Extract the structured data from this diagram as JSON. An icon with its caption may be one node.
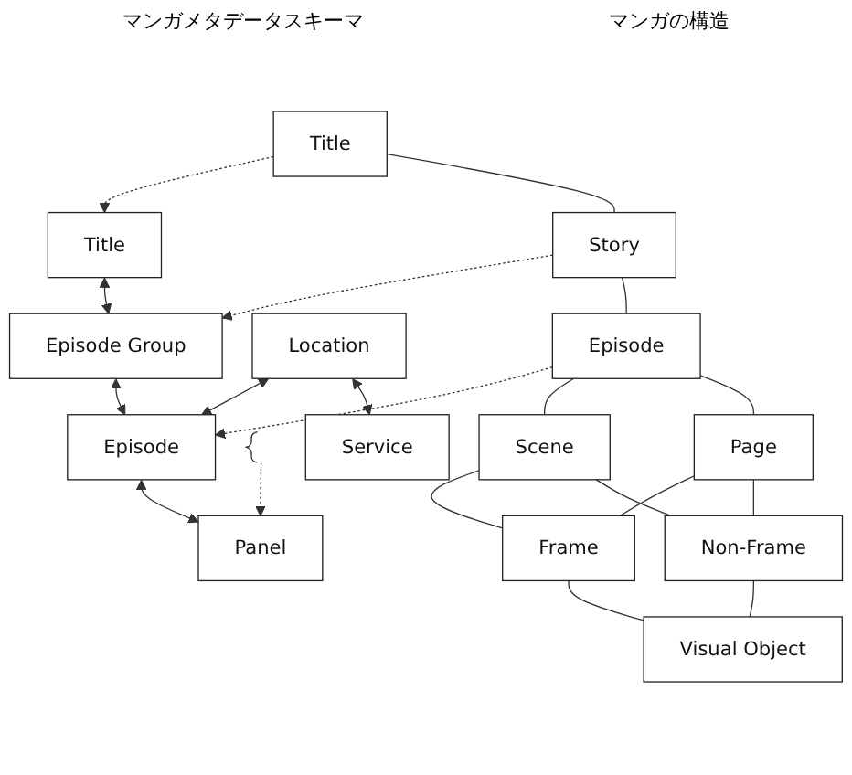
{
  "diagram": {
    "nodes": [
      {
        "text": [
          "Title"
        ]
      },
      {
        "text": [
          "Title"
        ]
      },
      {
        "text": [
          "Episode Group"
        ]
      },
      {
        "text": [
          "Story"
        ]
      },
      {
        "text": [
          "Location"
        ]
      },
      {
        "text": [
          "Episode"
        ]
      },
      {
        "text": [
          "Episode"
        ]
      },
      {
        "text": [],
        "shape": "bracket"
      },
      {
        "text": [
          "Scene"
        ]
      },
      {
        "text": [
          "Page"
        ]
      },
      {
        "text": [
          "Service"
        ]
      },
      {
        "text": [
          "Panel"
        ]
      },
      {
        "text": [
          "Frame"
        ]
      },
      {
        "text": [
          "Non-Frame"
        ]
      },
      {
        "text": [
          "Visual Object"
        ]
      }
    ],
    "edges": [
      {
        "from": 0,
        "to": 2,
        "arrow": "both"
      },
      {
        "from": 2,
        "to": 5,
        "arrow": "both"
      },
      {
        "from": 4,
        "to": 5,
        "arrow": "both"
      },
      {
        "from": 4,
        "to": 10,
        "arrow": "both"
      },
      {
        "from": 5,
        "to": 11,
        "arrow": "both"
      },
      {
        "from": 1,
        "to": 0,
        "arrow": "to",
        "style": "dashed"
      },
      {
        "from": 3,
        "to": 2,
        "arrow": "to",
        "style": "dashed"
      },
      {
        "from": 6,
        "to": 5,
        "arrow": "to",
        "style": "dashed"
      },
      {
        "from": 7,
        "to": 11,
        "arrow": "to",
        "style": "dashed"
      },
      {
        "from": 1,
        "to": 3,
        "arrow": "none"
      },
      {
        "from": 3,
        "to": 6,
        "arrow": "none"
      },
      {
        "from": 6,
        "to": 8,
        "arrow": "none"
      },
      {
        "from": 6,
        "to": 9,
        "arrow": "none"
      },
      {
        "from": 8,
        "to": 12,
        "arrow": "none"
      },
      {
        "from": 8,
        "to": 13,
        "arrow": "none"
      },
      {
        "from": 9,
        "to": 12,
        "arrow": "none"
      },
      {
        "from": 9,
        "to": 13,
        "arrow": "none"
      },
      {
        "from": 12,
        "to": 14,
        "arrow": "none"
      },
      {
        "from": 13,
        "to": 14,
        "arrow": "none"
      }
    ],
    "labels": [
      "マンガメタデータスキーマ",
      "マンガの構造"
    ]
  }
}
